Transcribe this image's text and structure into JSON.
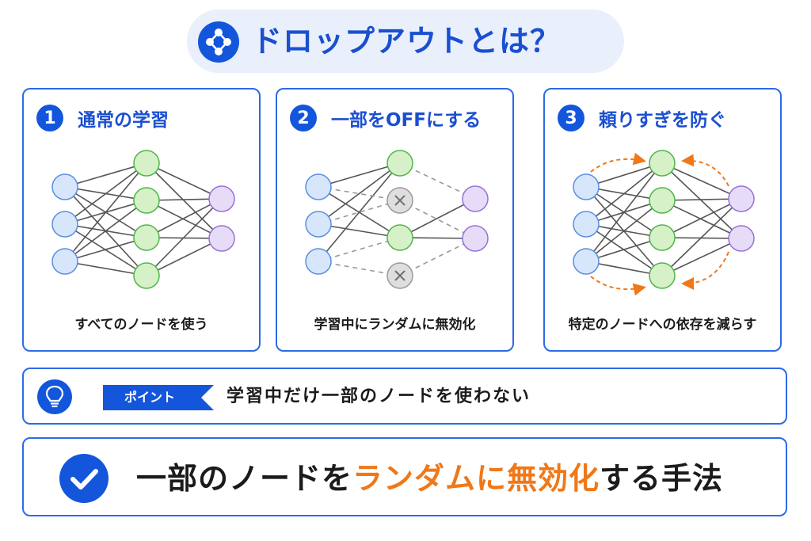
{
  "title": "ドロップアウトとは？",
  "panels": [
    {
      "number": "1",
      "title": "通常の学習",
      "caption": "すべてのノードを使う"
    },
    {
      "number": "2",
      "title": "一部をOFFにする",
      "caption": "学習中にランダムに無効化"
    },
    {
      "number": "3",
      "title": "頼りすぎを防ぐ",
      "caption": "特定のノードへの依存を減らす"
    }
  ],
  "point": {
    "tag": "ポイント",
    "text": "学習中だけ一部のノードを使わない"
  },
  "summary": {
    "before": "一部のノードを",
    "highlight": "ランダムに無効化",
    "after": "する手法"
  },
  "colors": {
    "primary": "#1356dc",
    "accent": "#f07818",
    "input_node": "#d7e6fb",
    "hidden_node": "#d6f0c8",
    "output_node": "#e7dcf8",
    "dropped_node": "#dedede"
  },
  "icons": [
    "network-icon",
    "lightbulb-icon",
    "check-icon",
    "x-mark-icon",
    "curved-arrow-icon"
  ]
}
